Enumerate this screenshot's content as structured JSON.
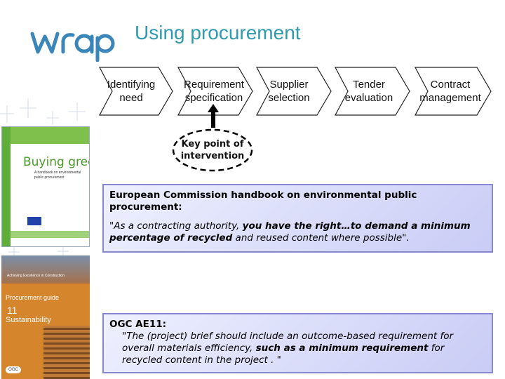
{
  "header": {
    "logo_text": "wrap",
    "title": "Using procurement"
  },
  "process_steps": [
    {
      "label": "Identifying need"
    },
    {
      "label": "Requirement specification"
    },
    {
      "label": "Supplier selection"
    },
    {
      "label": "Tender evaluation"
    },
    {
      "label": "Contract management"
    }
  ],
  "key_point": {
    "label": "Key point of intervention"
  },
  "ec_box": {
    "heading": "European Commission handbook on environmental public procurement:",
    "quote_plain_1": "\"As a contracting authority, ",
    "quote_bold_1": "you have the right…to demand a minimum percentage of recycled",
    "quote_plain_2": " and reused content where possible\"."
  },
  "ogc_box": {
    "heading": "OGC AE11:",
    "quote_plain_1": "\"The (project) brief should include an outcome-based requirement for overall materials efficiency, ",
    "quote_bold_1": "such as a minimum requirement",
    "quote_plain_2": " for recycled content in the project . \""
  },
  "book_covers": {
    "buying_green": {
      "title": "Buying green!",
      "subtitle": "A handbook on environmental public procurement"
    },
    "procurement_guide": {
      "header": "Achieving Excellence in Construction",
      "series": "Procurement guide",
      "number": "11",
      "title": "Sustainability",
      "logo": "OGC"
    }
  },
  "colors": {
    "title": "#2f9bb0",
    "logo": "#3a86b8",
    "box_border": "#8888cc",
    "box_fill": "#c9ccf5"
  }
}
